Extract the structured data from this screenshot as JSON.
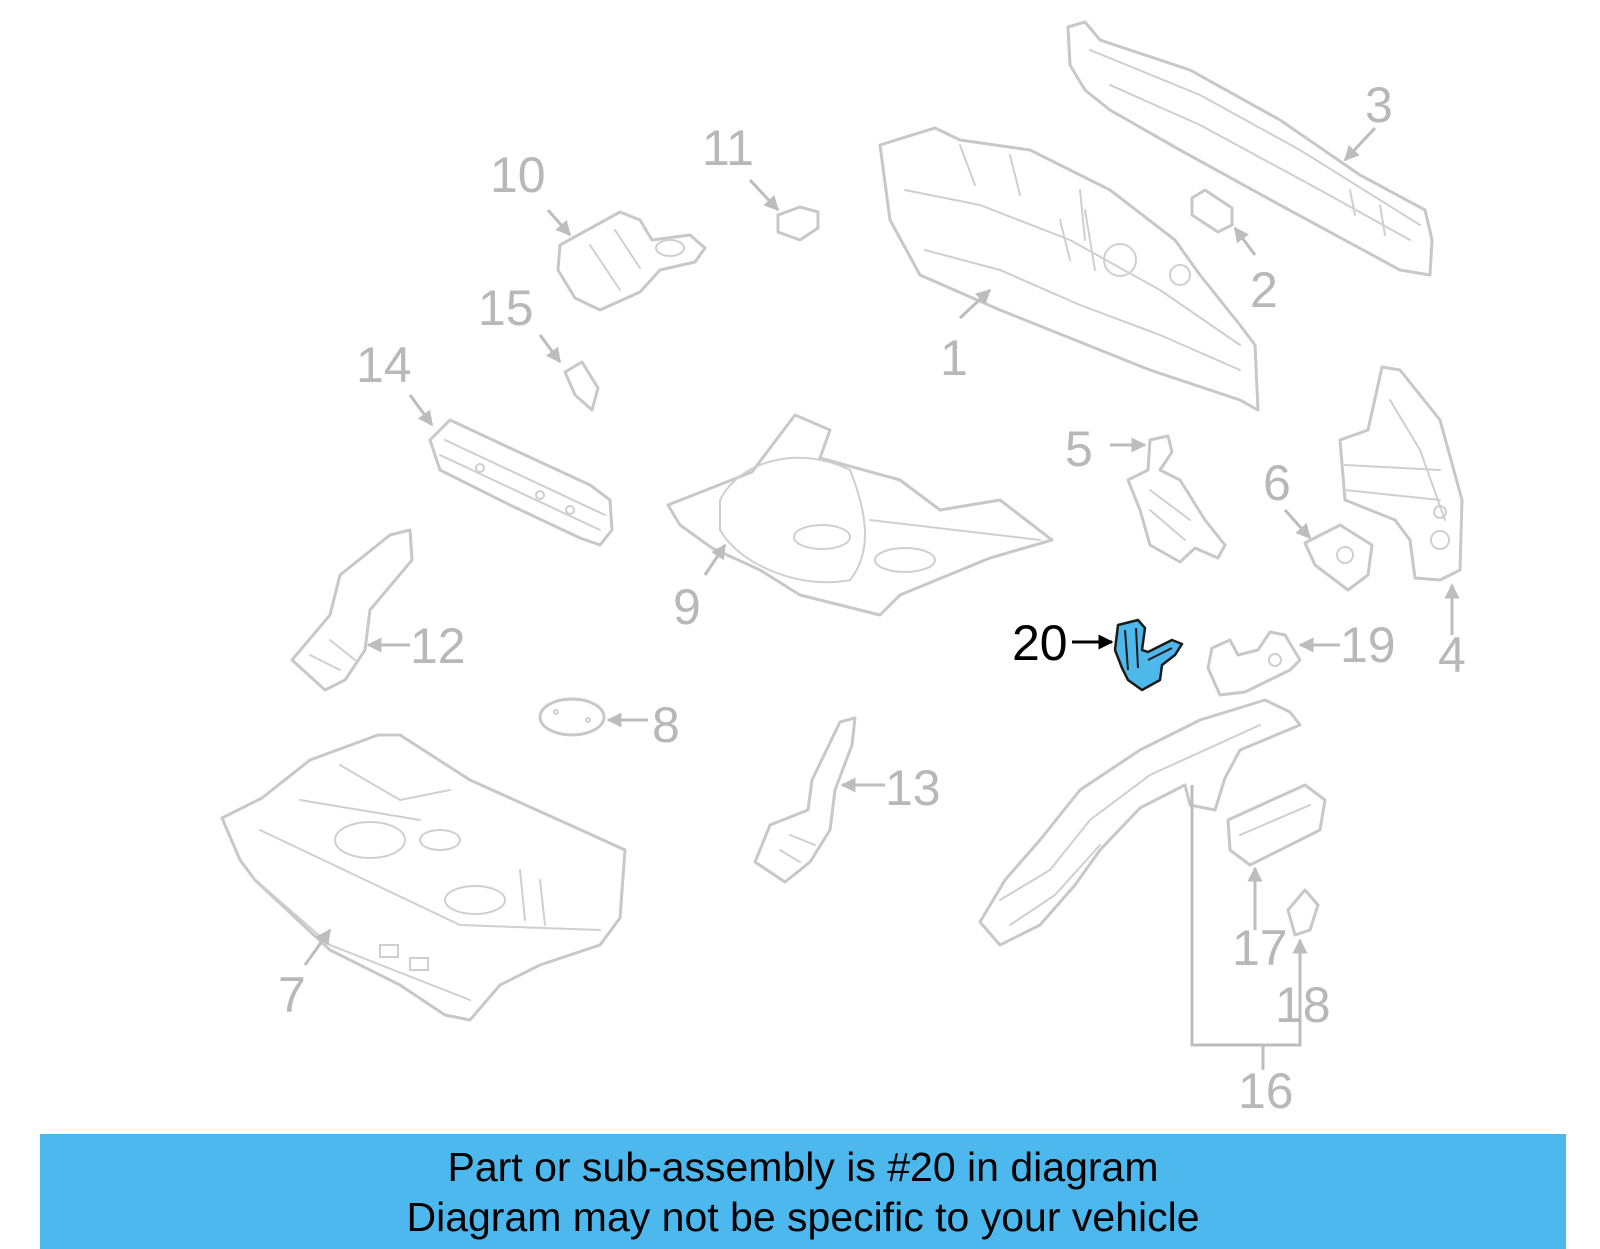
{
  "banner": {
    "line1": "Part or sub-assembly is #20 in diagram",
    "line2": "Diagram may not be specific to your vehicle",
    "background_color": "#4db8ee"
  },
  "highlight": {
    "part_number": "20",
    "fill_color": "#4fb8ea"
  },
  "callouts": [
    "1",
    "2",
    "3",
    "4",
    "5",
    "6",
    "7",
    "8",
    "9",
    "10",
    "11",
    "12",
    "13",
    "14",
    "15",
    "16",
    "17",
    "18",
    "19",
    "20"
  ]
}
